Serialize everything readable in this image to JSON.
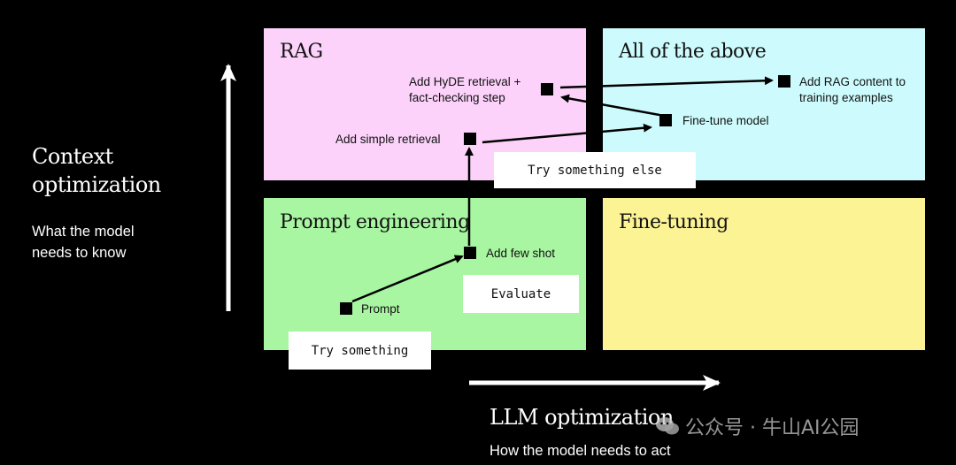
{
  "colors": {
    "background": "#000000",
    "rag": "#fcd2fa",
    "all_of_the_above": "#cdfbfd",
    "prompt_engineering": "#a9f6a2",
    "fine_tuning": "#fbf394",
    "node": "#000000",
    "arrow_white": "#ffffff"
  },
  "quadrants": {
    "rag": "RAG",
    "all_of_the_above": "All of the above",
    "prompt_engineering": "Prompt engineering",
    "fine_tuning": "Fine-tuning"
  },
  "nodes": {
    "hyde_line1": "Add HyDE retrieval +",
    "hyde_line2": "fact-checking step",
    "rag_content_line1": "Add RAG content to",
    "rag_content_line2": "training examples",
    "fine_tune": "Fine-tune model",
    "simple_retrieval": "Add simple retrieval",
    "few_shot": "Add few shot",
    "prompt": "Prompt"
  },
  "actions": {
    "try_something_else": "Try something else",
    "evaluate": "Evaluate",
    "try_something": "Try something"
  },
  "y_axis": {
    "title_line1": "Context",
    "title_line2": "optimization",
    "subtitle_line1": "What the model",
    "subtitle_line2": "needs to know"
  },
  "x_axis": {
    "title": "LLM optimization",
    "subtitle": "How the model needs to act"
  },
  "watermark": "公众号 · 牛山AI公园"
}
